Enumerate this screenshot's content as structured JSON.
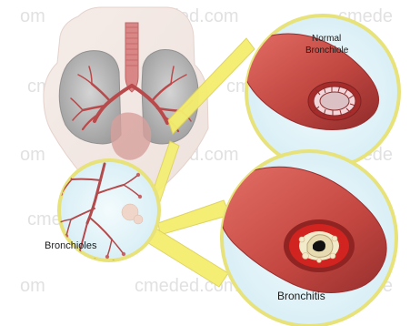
{
  "labels": {
    "normal_bronchiole_line1": "Normal",
    "normal_bronchiole_line2": "Bronchiole",
    "bronchioles": "Bronchioles",
    "bronchitis": "Bronchitis"
  },
  "watermark": {
    "full": "cmeded.com",
    "fragment_left": "om",
    "fragment_right": "cmede"
  },
  "colors": {
    "background": "#ffffff",
    "inset_fill": "#d9eef4",
    "inset_stroke": "#e8e27a",
    "callout": "#f2ec6a",
    "airway_outer": "#c64a45",
    "airway_inner": "#8f2b2a",
    "inflamed_wall": "#d32a26",
    "mucus": "#f1e7c3",
    "lung_gray": "#a8a8a8",
    "bronchial_red": "#b94a4b",
    "trachea_red": "#d67d7d"
  },
  "icons": {
    "diagram": "lungs-bronchioles-illustration"
  }
}
